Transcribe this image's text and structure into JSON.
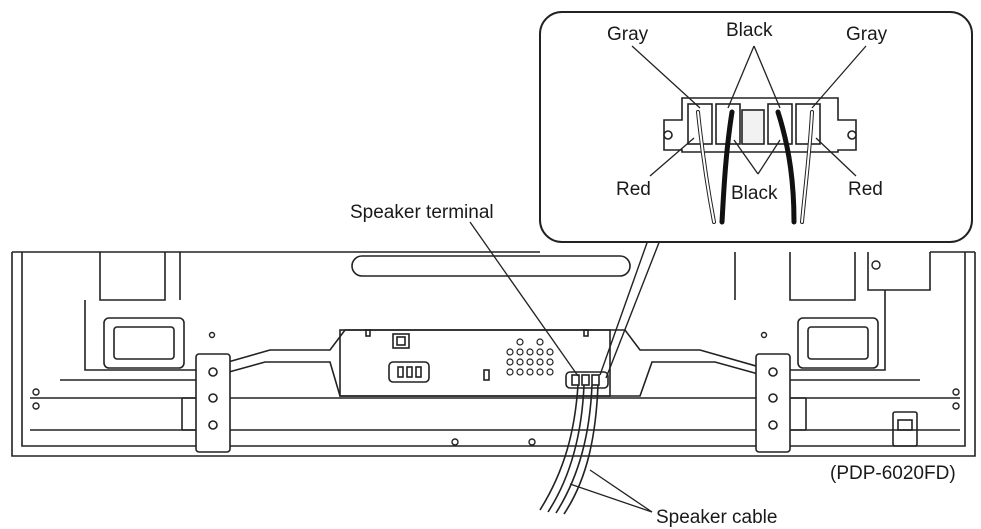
{
  "labels": {
    "gray_left": "Gray",
    "black_top": "Black",
    "gray_right": "Gray",
    "red_left": "Red",
    "black_bottom": "Black",
    "red_right": "Red",
    "speaker_terminal": "Speaker terminal",
    "speaker_cable": "Speaker cable",
    "model": "(PDP-6020FD)"
  }
}
